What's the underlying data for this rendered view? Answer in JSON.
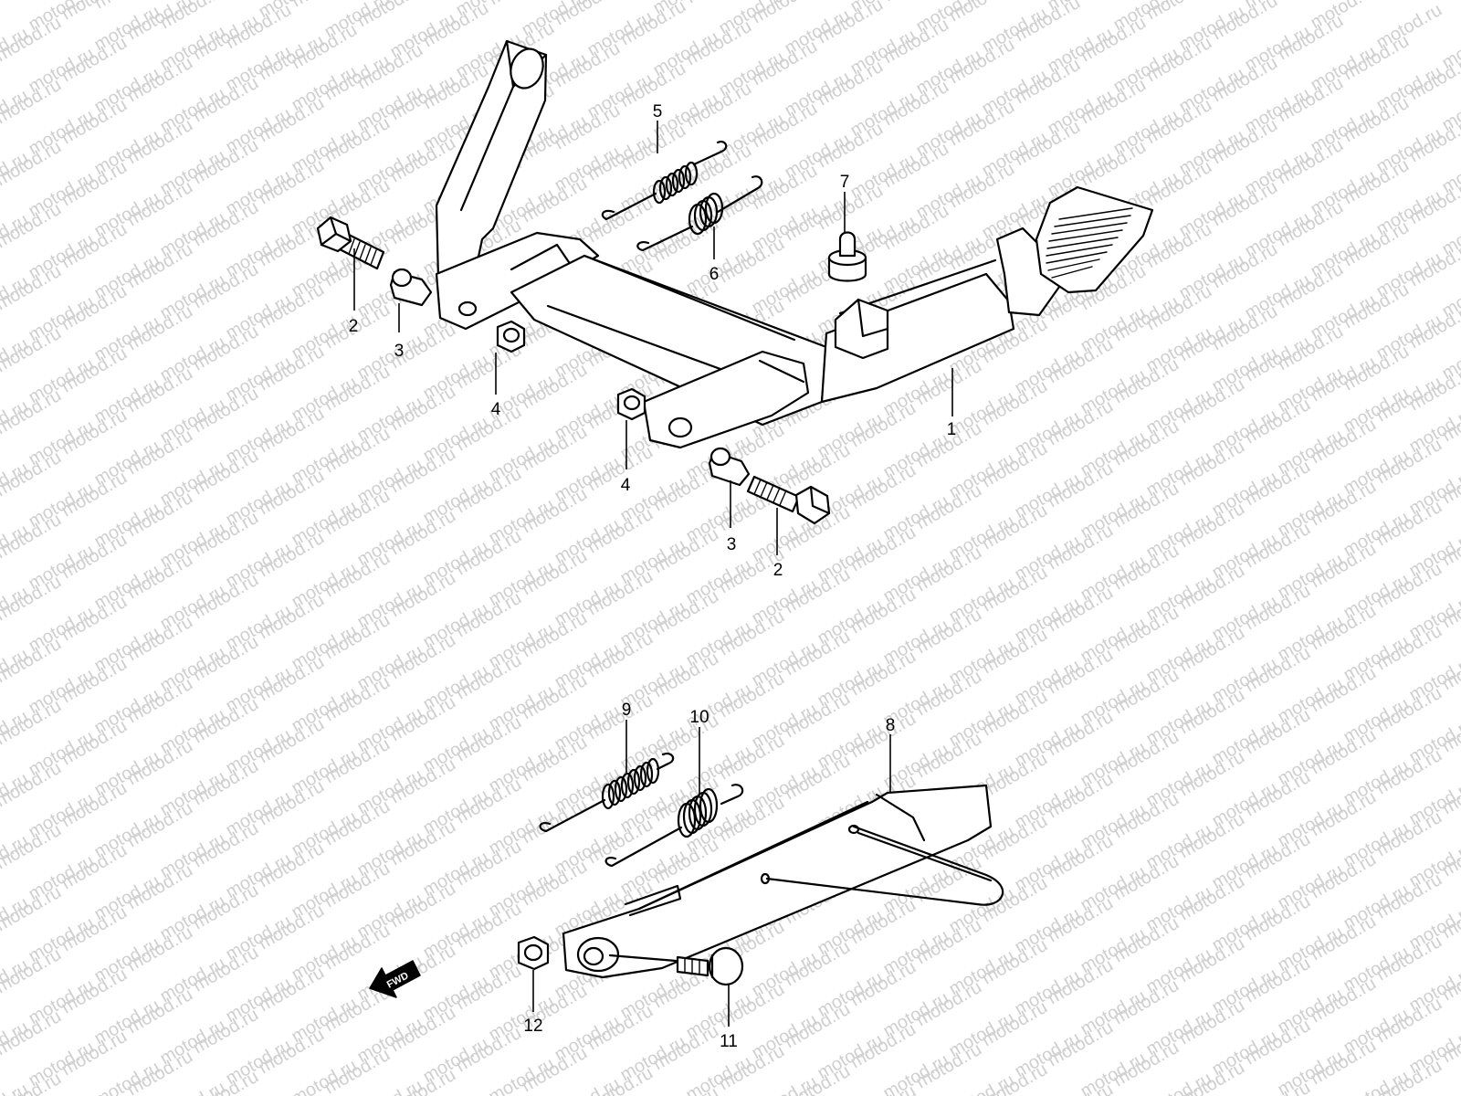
{
  "watermark": "motod.ru",
  "fwd_label": "FWD",
  "callouts": [
    {
      "id": "label-1",
      "text": "1"
    },
    {
      "id": "label-2a",
      "text": "2"
    },
    {
      "id": "label-2b",
      "text": "2"
    },
    {
      "id": "label-3a",
      "text": "3"
    },
    {
      "id": "label-3b",
      "text": "3"
    },
    {
      "id": "label-4a",
      "text": "4"
    },
    {
      "id": "label-4b",
      "text": "4"
    },
    {
      "id": "label-5",
      "text": "5"
    },
    {
      "id": "label-6",
      "text": "6"
    },
    {
      "id": "label-7",
      "text": "7"
    },
    {
      "id": "label-8",
      "text": "8"
    },
    {
      "id": "label-9",
      "text": "9"
    },
    {
      "id": "label-10",
      "text": "10"
    },
    {
      "id": "label-11",
      "text": "11"
    },
    {
      "id": "label-12",
      "text": "12"
    }
  ],
  "colors": {
    "line": "#000000",
    "background": "#ffffff",
    "watermark": "#cfcfcf"
  }
}
